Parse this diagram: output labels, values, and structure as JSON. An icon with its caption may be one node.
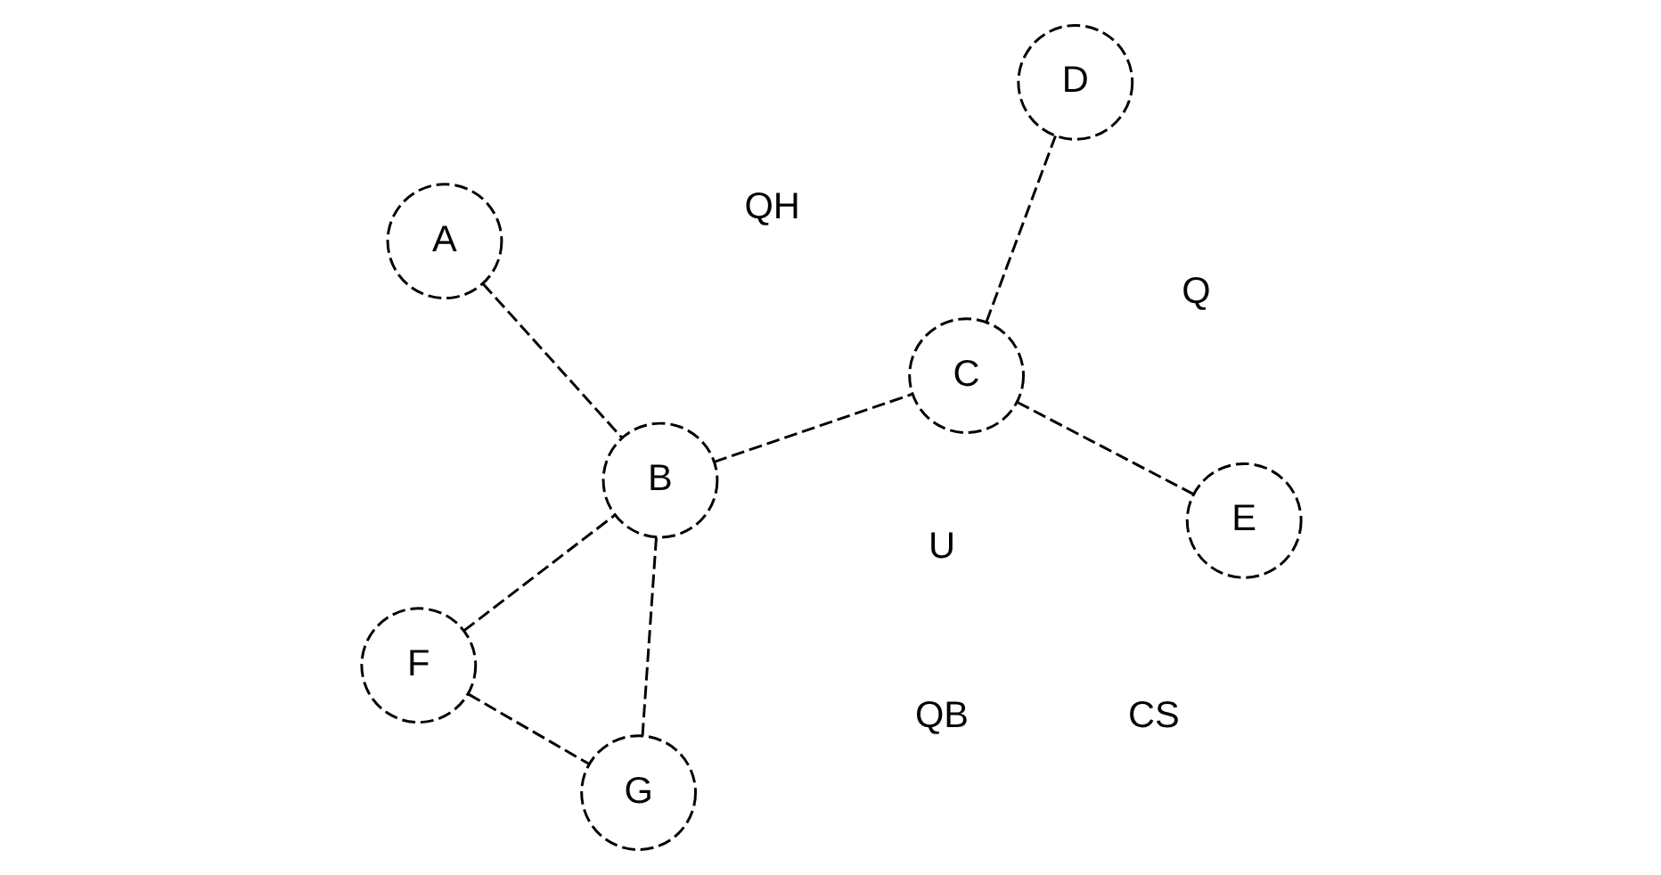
{
  "diagram": {
    "nodes": [
      {
        "text": [
          "A"
        ]
      },
      {
        "text": [
          "B"
        ]
      },
      {
        "text": [
          "C"
        ]
      },
      {
        "text": [
          "D"
        ]
      },
      {
        "text": [
          "E"
        ]
      },
      {
        "text": [
          "F"
        ]
      },
      {
        "text": [
          "G"
        ]
      }
    ],
    "edges": [
      {
        "from": 0,
        "to": 1,
        "arrow": "none",
        "style": "dashed"
      },
      {
        "from": 1,
        "to": 2,
        "arrow": "none",
        "style": "dashed"
      },
      {
        "from": 2,
        "to": 3,
        "arrow": "none",
        "style": "dashed"
      },
      {
        "from": 2,
        "to": 4,
        "arrow": "none",
        "style": "dashed"
      },
      {
        "from": 5,
        "to": 1,
        "arrow": "none",
        "style": "dashed"
      },
      {
        "from": 1,
        "to": 6,
        "arrow": "none",
        "style": "dashed"
      },
      {
        "from": 5,
        "to": 6,
        "arrow": "none",
        "style": "dashed"
      }
    ],
    "labels": [
      "U",
      "QH",
      "Q",
      "QB",
      "CS"
    ]
  }
}
